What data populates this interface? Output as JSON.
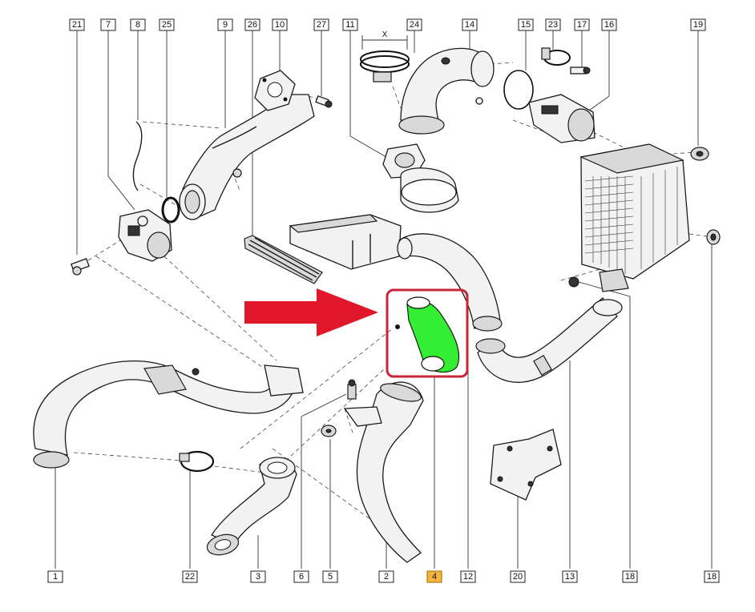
{
  "callouts": [
    {
      "id": "21",
      "label": "21"
    },
    {
      "id": "7",
      "label": "7"
    },
    {
      "id": "8",
      "label": "8"
    },
    {
      "id": "25",
      "label": "25"
    },
    {
      "id": "9",
      "label": "9"
    },
    {
      "id": "26",
      "label": "26"
    },
    {
      "id": "10",
      "label": "10"
    },
    {
      "id": "27",
      "label": "27"
    },
    {
      "id": "11",
      "label": "11"
    },
    {
      "id": "24",
      "label": "24"
    },
    {
      "id": "14",
      "label": "14"
    },
    {
      "id": "15",
      "label": "15"
    },
    {
      "id": "23",
      "label": "23"
    },
    {
      "id": "17",
      "label": "17"
    },
    {
      "id": "16",
      "label": "16"
    },
    {
      "id": "19",
      "label": "19"
    },
    {
      "id": "1",
      "label": "1"
    },
    {
      "id": "22",
      "label": "22"
    },
    {
      "id": "3",
      "label": "3"
    },
    {
      "id": "6",
      "label": "6"
    },
    {
      "id": "5",
      "label": "5"
    },
    {
      "id": "2",
      "label": "2"
    },
    {
      "id": "4",
      "label": "4"
    },
    {
      "id": "12",
      "label": "12"
    },
    {
      "id": "20",
      "label": "20"
    },
    {
      "id": "13",
      "label": "13"
    },
    {
      "id": "18a",
      "label": "18"
    },
    {
      "id": "18b",
      "label": "18"
    }
  ],
  "dimension_mark": "X",
  "highlighted_part": "4",
  "colors": {
    "highlight_hose": "#33ee33",
    "highlight_box": "#c8243a",
    "arrow": "#e0182a",
    "callout_highlight": "#f4b63c"
  }
}
